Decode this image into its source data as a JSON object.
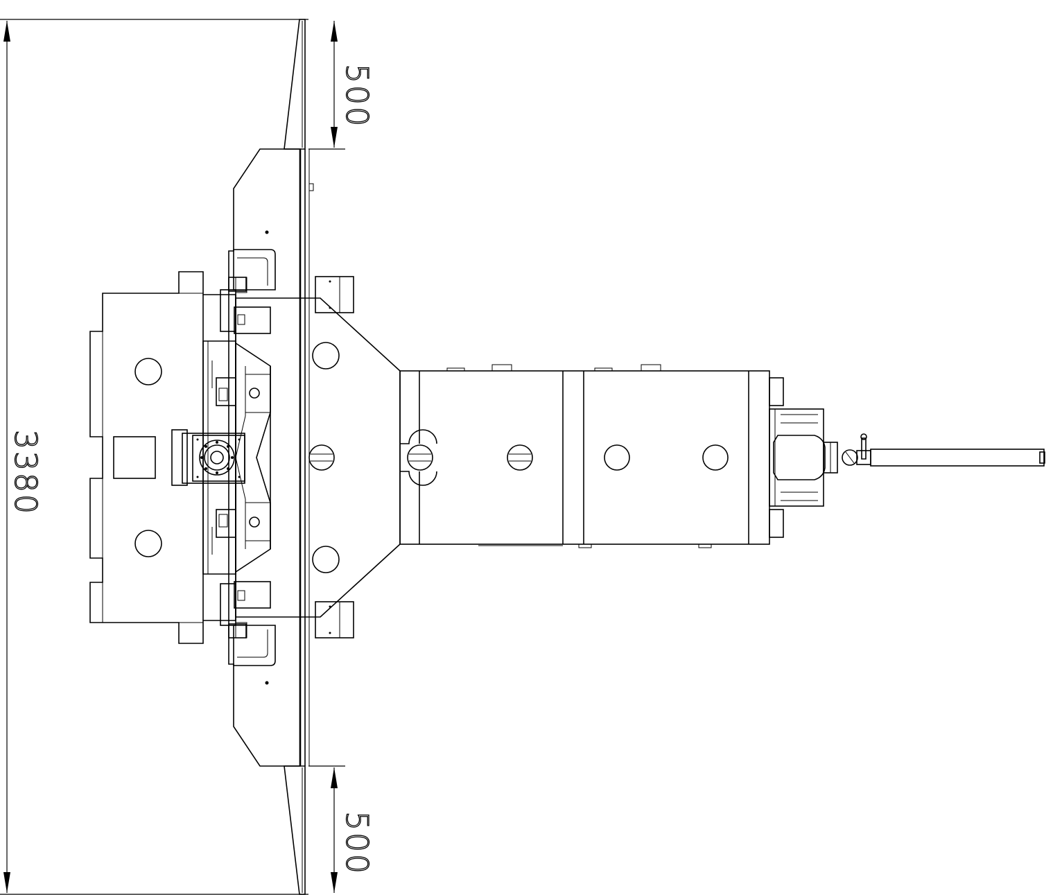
{
  "dimensions": {
    "overall_length": "3380",
    "top_extension": "500",
    "bottom_extension": "500"
  },
  "colors": {
    "line": "#000000",
    "background": "#ffffff"
  }
}
